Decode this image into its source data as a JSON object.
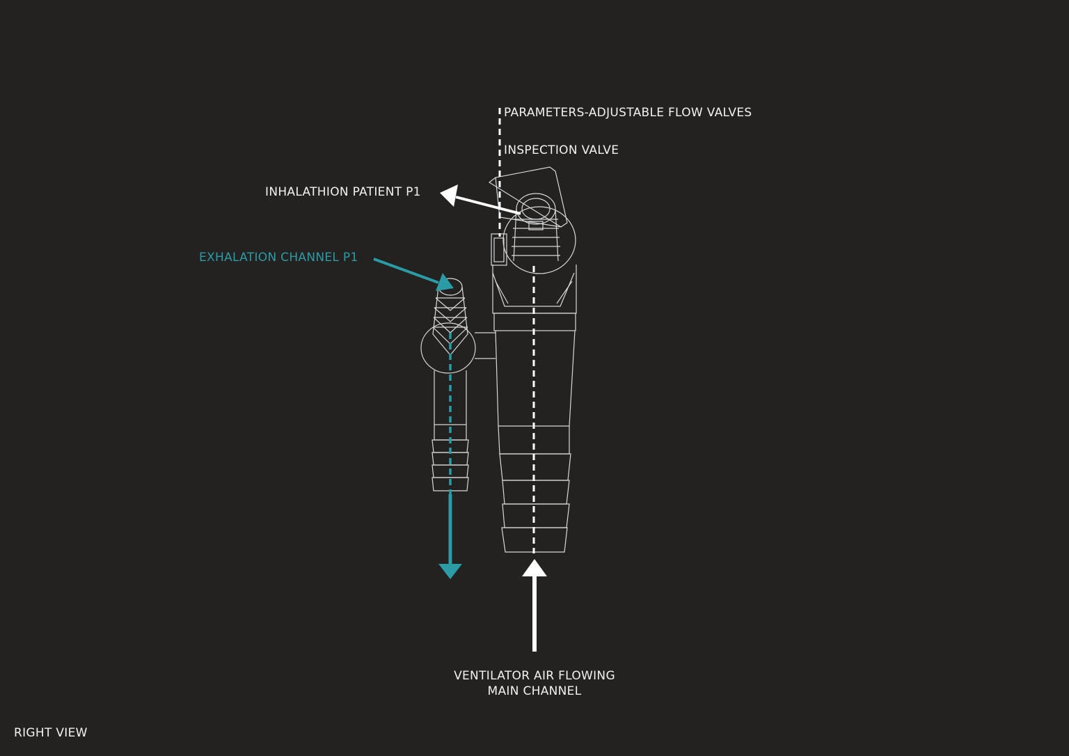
{
  "labels": {
    "parameters_valves": "PARAMETERS-ADJUSTABLE FLOW VALVES",
    "inspection_valve": "INSPECTION VALVE",
    "inhalation_patient": "INHALATHION PATIENT  P1",
    "exhalation_channel": "EXHALATION CHANNEL P1",
    "main_channel_line1": "VENTILATOR AIR FLOWING",
    "main_channel_line2": "MAIN CHANNEL",
    "view_name": "RIGHT VIEW"
  },
  "colors": {
    "background": "#232221",
    "outline": "#e6e6e6",
    "annotation": "#ffffff",
    "exhalation_accent": "#2b9ba5"
  }
}
